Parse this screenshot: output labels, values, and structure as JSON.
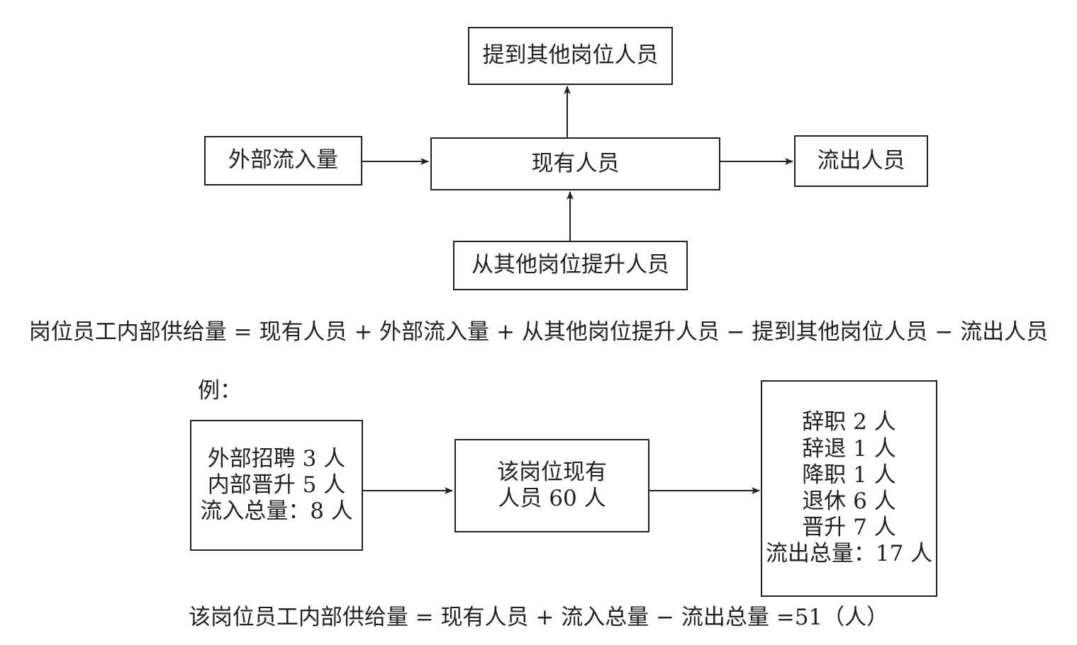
{
  "top_diagram": {
    "promoted_to_other": "提到其他岗位人员",
    "external_inflow": "外部流入量",
    "current_staff": "现有人员",
    "outflow": "流出人员",
    "promoted_from_other": "从其他岗位提升人员"
  },
  "formula": "岗位员工内部供给量 = 现有人员 + 外部流入量 + 从其他岗位提升人员 − 提到其他岗位人员 − 流出人员",
  "example": {
    "label": "例：",
    "inflow_lines": [
      "外部招聘 3 人",
      "内部晋升 5 人",
      "流入总量：8 人"
    ],
    "current_lines": [
      "该岗位现有",
      "人员 60 人"
    ],
    "outflow_lines": [
      "辞职 2 人",
      "辞退 1 人",
      "降职 1 人",
      "退休 6 人",
      "晋升 7 人",
      "流出总量：17 人"
    ],
    "result_formula": "该岗位员工内部供给量 = 现有人员 + 流入总量 − 流出总量 =51（人）"
  }
}
